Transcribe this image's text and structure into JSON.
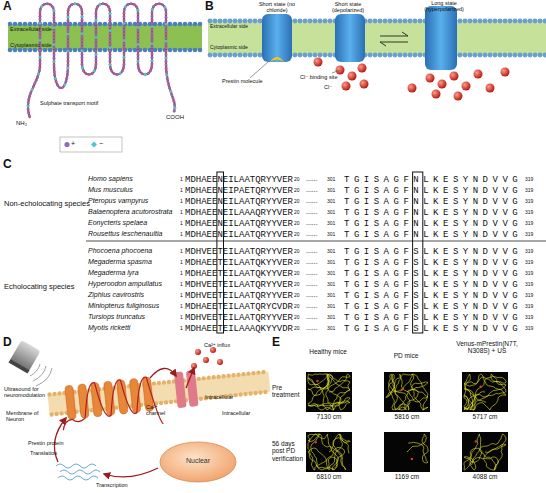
{
  "diagram": {
    "nodes": [
      {
        "text": [
          "Nuclear"
        ]
      },
      {
        "text": [
          "7130 cm"
        ]
      },
      {
        "text": [
          "5816 cm"
        ]
      },
      {
        "text": [
          "5717 cm"
        ]
      },
      {
        "text": [
          "6810 cm"
        ]
      },
      {
        "text": [
          "1169 cm"
        ]
      },
      {
        "text": [
          "4088 cm"
        ]
      }
    ],
    "labels": [
      "A",
      "Extracellular side",
      "Cytoplasmic side",
      "Sulphate transport motif",
      "NH₂",
      "COOH",
      "B",
      "Short state (no chloride)",
      "Short state (depolarized)",
      "Long state (hyperpolarized)",
      "Extracellular side",
      "Cytoplasmic side",
      "Prestin molecule",
      "Cl⁻ binding site",
      "Cl⁻",
      "C",
      "Non-echolocating species",
      "Echolocating species",
      "Homo sapiens",
      "1",
      "MDHAEENEILAATQRYYVER",
      "20",
      "......",
      "301",
      "TGISAGFNLKESYNDVVG",
      "319",
      "Mus musculus",
      "1",
      "MDHAEENEIPAETQRYYVER",
      "20",
      "......",
      "301",
      "TGISAGFNLKESYNDVVG",
      "319",
      "Pteropus vampyrus",
      "1",
      "MDHAEENEILAATQRYYVER",
      "20",
      "......",
      "301",
      "TGISAGFNLKESYNDVVG",
      "319",
      "Balaenoptera acutorostrata",
      "1",
      "MDHAEENEILAAAQRYYVER",
      "20",
      "......",
      "301",
      "TGISAGFNLKESYNDVVG",
      "319",
      "Eonycteris spelaea",
      "1",
      "MDHAEENEILAATQRYYVER",
      "20",
      "......",
      "301",
      "TGISAGFNLKESYNDVVG",
      "319",
      "Rousettus leschenaultia",
      "1",
      "MDHAEENEILAATQRYYVER",
      "20",
      "......",
      "301",
      "TGISAGFNLKESYNDVVG",
      "319",
      "Phocoena phocoena",
      "1",
      "MDHVEETEILAATQRYYVER",
      "20",
      "......",
      "301",
      "TGISAGFSLKESYNDVVG",
      "319",
      "Megaderma spasma",
      "1",
      "MDHAEETEILAATQKYYVER",
      "20",
      "......",
      "301",
      "TGISAGFSLKESYNDVVG",
      "319",
      "Megaderma lyra",
      "1",
      "MDHAEETEILAATQKYYVER",
      "20",
      "......",
      "301",
      "TGISAGFSLKESYNDVVG",
      "319",
      "Hyperoodon ampullatus",
      "1",
      "MDHVEETEILAATQRYYVER",
      "20",
      "......",
      "301",
      "TGISAGFSLKESYNDVVG",
      "319",
      "Ziphius cavirostris",
      "1",
      "MDHVEETEILAATQRYYVER",
      "20",
      "......",
      "301",
      "TGISAGFSLKESYNDVVG",
      "319",
      "Miniopterus fuliginosus",
      "1",
      "MDHAEETEILAATQRYCVDR",
      "20",
      "......",
      "301",
      "TGISAGFSLKESYNDVVG",
      "319",
      "Tursiops truncatus",
      "1",
      "MDHVEETEILAATQRYYVER",
      "20",
      "......",
      "301",
      "TGISAGFSLKESYNDVVG",
      "319",
      "Myotis ricketti",
      "1",
      "MDHAEETEILAAAQKYYVDR",
      "20",
      "......",
      "301",
      "TGISAGFSLKESYNDVVG",
      "319",
      "D",
      "Ultrasound for neuromodulation",
      "Membrane of Neuron",
      "Prestin protein",
      "Ca²⁺ influx",
      "Ca²⁺ channel",
      "Intracellular",
      "Intracellular",
      "Translation",
      "Transcription",
      "E",
      "Healthy mice",
      "PD mice",
      "Venus-mPrestin(N7T, N308S) + US",
      "Pre treatment",
      "56 days post PD verification"
    ],
    "legend": [
      {
        "text": "+"
      },
      {
        "text": "−"
      }
    ]
  }
}
